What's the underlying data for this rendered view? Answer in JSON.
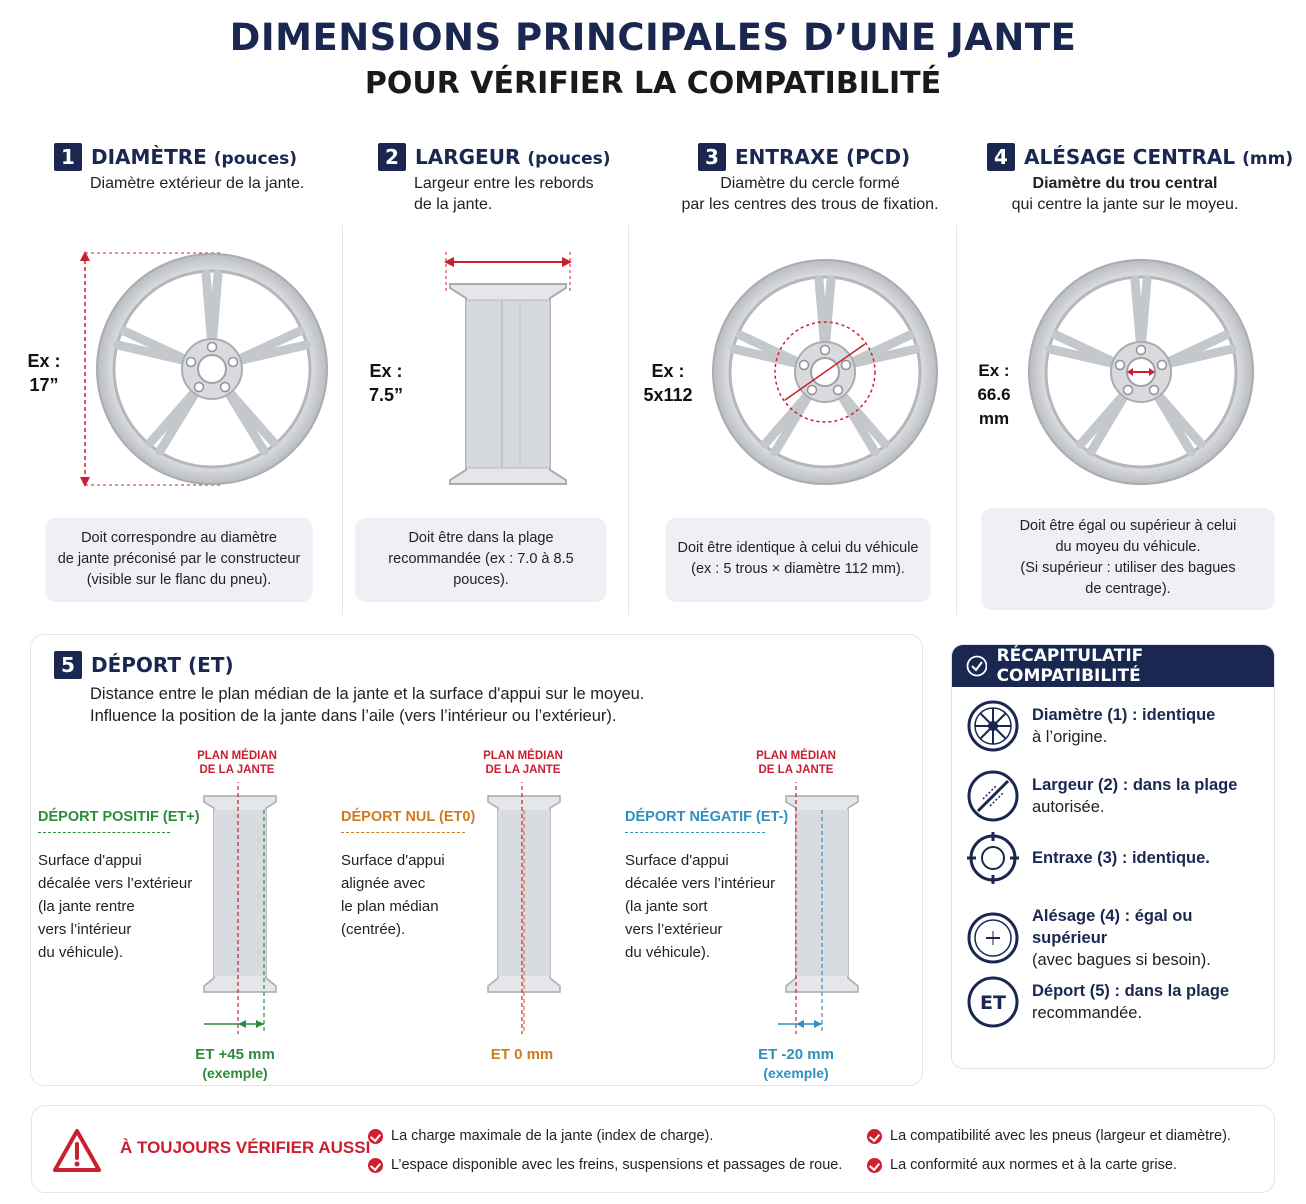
{
  "title": {
    "line1": "DIMENSIONS PRINCIPALES D’UNE JANTE",
    "line2": "POUR VÉRIFIER LA COMPATIBILITÉ"
  },
  "sections": [
    {
      "num": "1",
      "title": "DIAMÈTRE",
      "unit": "(pouces)",
      "desc": [
        "Diamètre extérieur de la jante."
      ],
      "ex": [
        "Ex :",
        "17”"
      ],
      "note": [
        "Doit correspondre au diamètre",
        "de jante préconisé par le constructeur",
        "(visible sur le flanc du pneu)."
      ]
    },
    {
      "num": "2",
      "title": "LARGEUR",
      "unit": "(pouces)",
      "desc": [
        "Largeur entre les rebords",
        "de la jante."
      ],
      "ex": [
        "Ex :",
        "7.5”"
      ],
      "note": [
        "Doit être dans la plage",
        "recommandée (ex : 7.0 à 8.5 pouces)."
      ]
    },
    {
      "num": "3",
      "title": "ENTRAXE (PCD)",
      "unit": "",
      "desc": [
        "Diamètre du cercle formé",
        "par les centres des trous de fixation."
      ],
      "ex": [
        "Ex :",
        "5x112"
      ],
      "note": [
        "Doit être identique à celui du véhicule",
        "(ex : 5 trous × diamètre 112 mm)."
      ]
    },
    {
      "num": "4",
      "title": "ALÉSAGE CENTRAL",
      "unit": "(mm)",
      "desc": [
        "Diamètre du trou central",
        "qui centre la jante sur le moyeu."
      ],
      "ex": [
        "Ex :",
        "66.6 mm"
      ],
      "note": [
        "Doit être égal ou supérieur à celui",
        "du moyeu du véhicule.",
        "(Si supérieur : utiliser des bagues",
        "de centrage)."
      ]
    }
  ],
  "offset": {
    "num": "5",
    "title": "DÉPORT (ET)",
    "desc": [
      "Distance entre le plan médian de la jante et la surface d'appui sur le moyeu.",
      "Influence la position de la jante dans l’aile (vers l’intérieur ou l’extérieur)."
    ],
    "plan_label": [
      "PLAN MÉDIAN",
      "DE LA JANTE"
    ],
    "cases": [
      {
        "title": "DÉPORT POSITIF (ET+)",
        "color": "#2e8b3a",
        "desc": [
          "Surface d'appui",
          "décalée vers l’extérieur",
          "(la jante rentre",
          "vers l’intérieur",
          "du véhicule)."
        ],
        "value": "ET +45 mm",
        "sub": "(exemple)"
      },
      {
        "title": "DÉPORT NUL (ET0)",
        "color": "#d07a1e",
        "desc": [
          "Surface d'appui",
          "alignée avec",
          "le plan médian",
          "(centrée)."
        ],
        "value": "ET 0 mm",
        "sub": ""
      },
      {
        "title": "DÉPORT NÉGATIF (ET-)",
        "color": "#2f8fbf",
        "desc": [
          "Surface d'appui",
          "décalée vers l’intérieur",
          "(la jante sort",
          "vers l’extérieur",
          "du véhicule)."
        ],
        "value": "ET -20 mm",
        "sub": "(exemple)"
      }
    ]
  },
  "recap": {
    "title": "RÉCAPITULATIF COMPATIBILITÉ",
    "items": [
      {
        "icon": "wheel-icon",
        "bold": "Diamètre (1) : identique",
        "rest": "à l’origine."
      },
      {
        "icon": "width-icon",
        "bold": "Largeur (2) : dans la plage",
        "rest": "autorisée."
      },
      {
        "icon": "pcd-icon",
        "bold": "Entraxe (3) : identique.",
        "rest": ""
      },
      {
        "icon": "bore-icon",
        "bold": "Alésage (4) : égal ou supérieur",
        "rest": "(avec bagues si besoin)."
      },
      {
        "icon": "et-icon",
        "icon_text": "ET",
        "bold": "Déport (5) : dans la plage",
        "rest": "recommandée."
      }
    ]
  },
  "warning": {
    "title": "À TOUJOURS VÉRIFIER AUSSI",
    "items": [
      "La charge maximale de la jante (index de charge).",
      "L’espace disponible avec les freins, suspensions et passages de roue.",
      "La compatibilité avec les pneus (largeur et diamètre).",
      "La conformité aux normes et à la carte grise."
    ]
  },
  "colors": {
    "navy": "#1a2750",
    "red": "#c8202f",
    "green": "#2e8b3a",
    "orange": "#d07a1e",
    "blue": "#2f8fbf"
  }
}
